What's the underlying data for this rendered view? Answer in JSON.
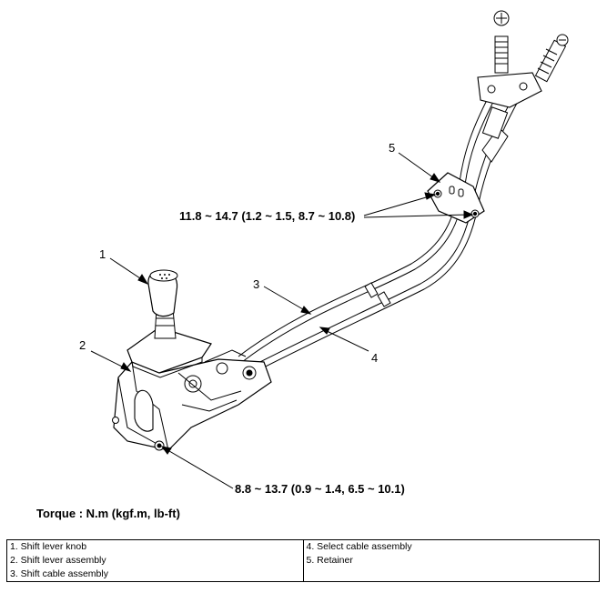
{
  "callouts": [
    "1",
    "2",
    "3",
    "4",
    "5"
  ],
  "torque_specs": {
    "retainer": "11.8 ~ 14.7 (1.2 ~ 1.5, 8.7 ~ 10.8)",
    "lever_base": "8.8 ~ 13.7 (0.9 ~ 1.4, 6.5 ~ 10.1)"
  },
  "torque_heading": "Torque : N.m (kgf.m, lb-ft)",
  "legend": [
    [
      "1. Shift lever knob",
      "4. Select cable assembly"
    ],
    [
      "2. Shift lever assembly",
      "5. Retainer"
    ],
    [
      "3. Shift cable assembly",
      ""
    ]
  ]
}
